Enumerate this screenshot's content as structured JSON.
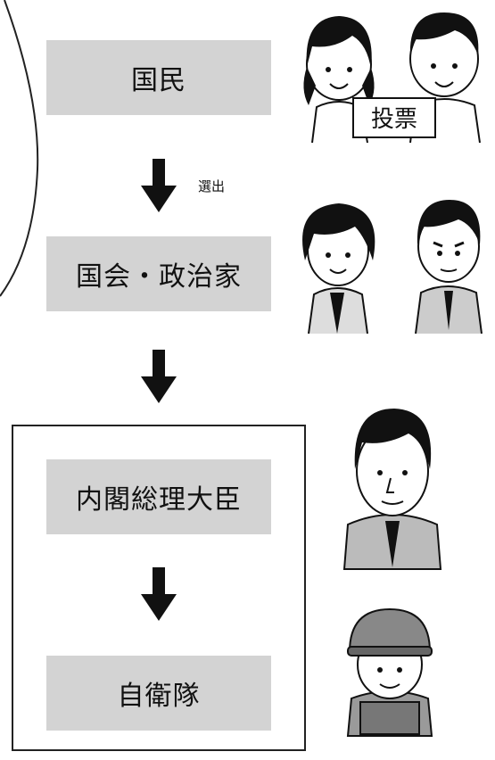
{
  "nodes": {
    "citizens": "国民",
    "diet": "国会・政治家",
    "pm": "内閣総理大臣",
    "sdf": "自衛隊"
  },
  "edges": {
    "elect": "選出"
  },
  "illustration": {
    "ballot_sign": "投票"
  }
}
